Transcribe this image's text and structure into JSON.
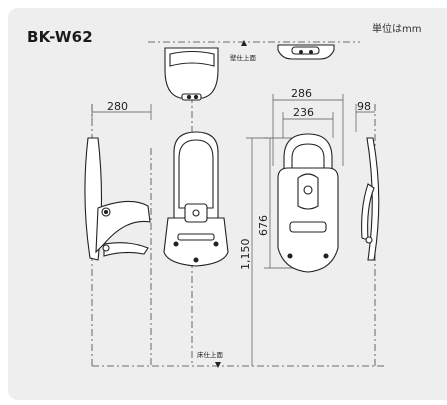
{
  "model_name": "BK-W62",
  "unit_note": "単位はmm",
  "labels": {
    "wall_surface": "壁仕上面",
    "floor_surface": "床仕上面"
  },
  "dimensions": {
    "side_depth": "280",
    "width_outer": "286",
    "width_inner": "236",
    "side_thickness": "98",
    "mount_height": "676",
    "total_height": "1,150"
  },
  "colors": {
    "panel": "#eeeeee",
    "line": "#222222",
    "dim": "#555555"
  }
}
